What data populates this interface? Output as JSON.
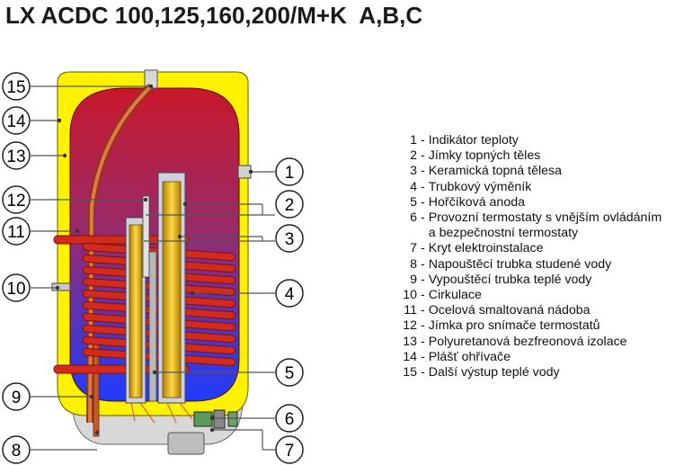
{
  "title": "LX ACDC 100,125,160,200/M+K  A,B,C",
  "callouts": [
    "15",
    "14",
    "13",
    "12",
    "11",
    "10",
    "9",
    "8",
    "1",
    "2",
    "3",
    "4",
    "5",
    "6",
    "7"
  ],
  "legend": [
    {
      "num": "1",
      "text": "Indikátor teploty"
    },
    {
      "num": "2",
      "text": "Jímky topných těles"
    },
    {
      "num": "3",
      "text": "Keramická topná tělesa"
    },
    {
      "num": "4",
      "text": "Trubkový výměník"
    },
    {
      "num": "5",
      "text": "Hořčíková anoda"
    },
    {
      "num": "6",
      "text": "Provozní termostaty s vnějším ovládáním"
    },
    {
      "num": "",
      "text": "a bezpečnostní termostaty"
    },
    {
      "num": "7",
      "text": "Kryt elektroinstalace"
    },
    {
      "num": "8",
      "text": "Napouštěcí trubka studené vody"
    },
    {
      "num": "9",
      "text": "Vypouštěcí trubka teplé vody"
    },
    {
      "num": "10",
      "text": "Cirkulace"
    },
    {
      "num": "11",
      "text": "Ocelová smaltovaná nádoba"
    },
    {
      "num": "12",
      "text": "Jímka pro snímače termostatů"
    },
    {
      "num": "13",
      "text": "Polyuretanová bezfreonová izolace"
    },
    {
      "num": "14",
      "text": "Plášť ohřívače"
    },
    {
      "num": "15",
      "text": "Další výstup teplé vody"
    }
  ],
  "colors": {
    "jacket": "#fff200",
    "tank_top": "#c8182a",
    "tank_bottom": "#1e3cff",
    "coil": "#d42a1c",
    "pipe": "#c85a28",
    "heater": "#f0c000"
  }
}
